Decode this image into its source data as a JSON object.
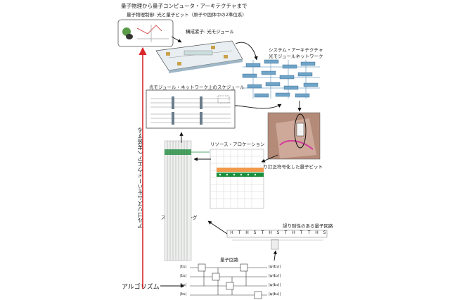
{
  "title": "量子物理から量子コンピュータ・アーキテクチャまで",
  "physics_control_label": "量子物理制御: 光と量子ビット（原子や固体中の2準位系）",
  "component_label": "構成素子: 光モジュール",
  "system_label_1": "システム・アーキテクチャ",
  "system_label_2": "光モジュールネットワーク",
  "schedule_panel_label": "光モジュール・ネットワーク上のスケジュール",
  "error_corrected_label": "誤り訂正符号化した量子ビット",
  "resource_label": "リソース・アロケーション",
  "scheduling_label": "スケジューリング",
  "fault_tolerant_label": "誤り耐性のある量子回路",
  "circuit_label": "量子回路",
  "algorithm_label": "アルゴリズム",
  "vertical_label": "アルゴリズムをハードウエアへ実装する",
  "gate_sequence": [
    "H",
    "T",
    "H",
    "S",
    "T",
    "H",
    "S",
    "T",
    "H",
    "T",
    "T",
    "H",
    "S"
  ],
  "qubits": [
    "|b₁⟩",
    "|b₂⟩",
    "|b₃⟩",
    "|b₄⟩"
  ],
  "outputs": [
    "|ψ(b₁)⟩",
    "|ψ(b₂)⟩",
    "|ψ(b₃)⟩",
    "|ψ(b₄)⟩"
  ],
  "colors": {
    "arrow_red": "#d9262b",
    "highlight_green": "#1a8f3c",
    "highlight_orange": "#f2994a",
    "module_blue": "#4a90c2"
  }
}
